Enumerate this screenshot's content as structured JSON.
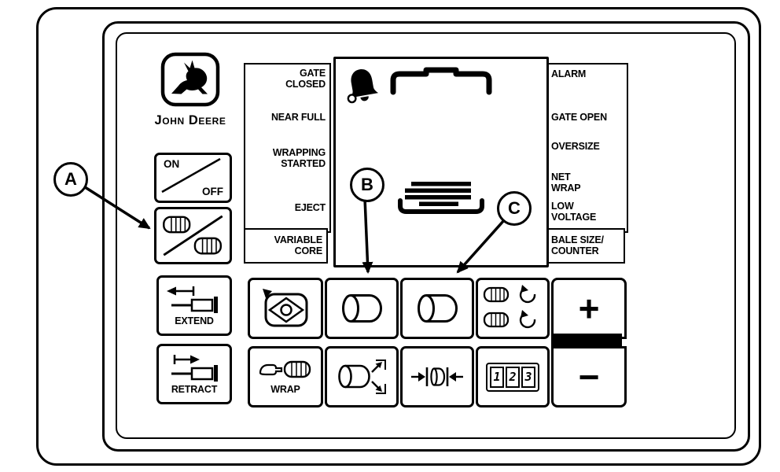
{
  "colors": {
    "ink": "#000000",
    "background": "#ffffff"
  },
  "brand": {
    "name": "John Deere",
    "logo": "leaping-deer"
  },
  "power_button": {
    "on_label": "ON",
    "off_label": "OFF"
  },
  "actuator": {
    "extend_label": "EXTEND",
    "retract_label": "RETRACT"
  },
  "wrap_button_label": "WRAP",
  "left_status": {
    "items": [
      "GATE\nCLOSED",
      "NEAR FULL",
      "WRAPPING\nSTARTED",
      "EJECT"
    ],
    "footer": "VARIABLE\nCORE"
  },
  "right_status": {
    "items": [
      "ALARM",
      "GATE OPEN",
      "OVERSIZE",
      "NET\nWRAP",
      "LOW\nVOLTAGE"
    ],
    "footer": "BALE SIZE/\nCOUNTER"
  },
  "rocker": {
    "plus_label": "+",
    "minus_label": "−"
  },
  "counter": {
    "digits": [
      "1",
      "2",
      "3"
    ]
  },
  "callouts": {
    "a": "A",
    "b": "B",
    "c": "C"
  }
}
